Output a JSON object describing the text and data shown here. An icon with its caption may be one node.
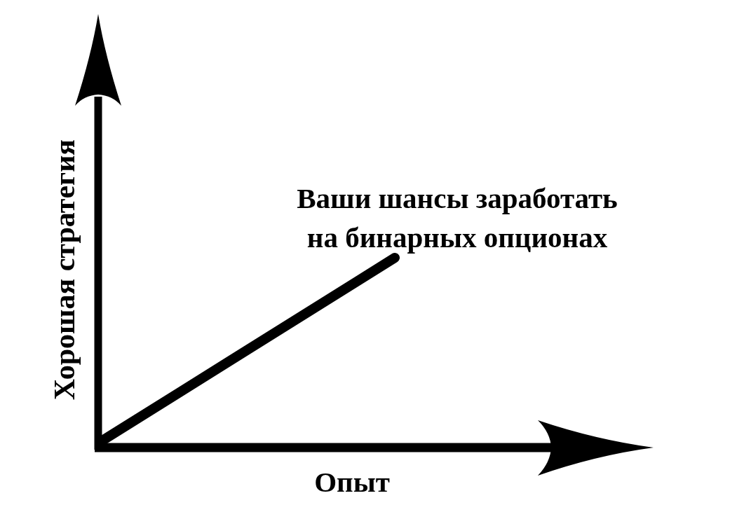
{
  "diagram": {
    "labels": [
      "Хорошая стратегия",
      "Ваши шансы заработать на бинарных опционах",
      "Опыт"
    ]
  }
}
